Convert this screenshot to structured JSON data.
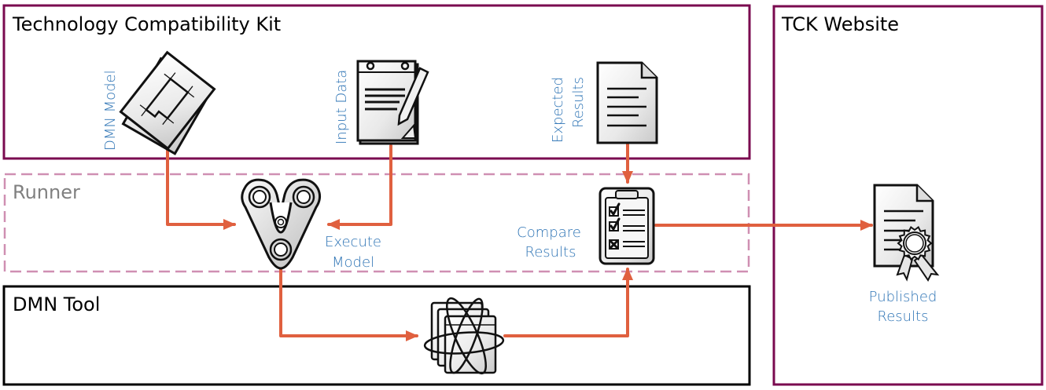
{
  "colors": {
    "container_border": "#7a0a4f",
    "runner_border": "#cf8fb2",
    "tool_border": "#000000",
    "arrow": "#e0603f",
    "label_text": "#2e74b5",
    "runner_title": "#808080"
  },
  "containers": {
    "tck": {
      "title": "Technology Compatibility Kit"
    },
    "runner": {
      "title": "Runner"
    },
    "dmn_tool": {
      "title": "DMN Tool"
    },
    "website": {
      "title": "TCK Website"
    }
  },
  "nodes": {
    "dmn_model": {
      "label": "DMN Model",
      "icon": "blueprint-stack-icon"
    },
    "input_data": {
      "label": "Input Data",
      "icon": "notepad-pencil-icon"
    },
    "expected_results": {
      "label_line1": "Expected",
      "label_line2": "Results",
      "icon": "document-icon"
    },
    "execute_model": {
      "label_line1": "Execute",
      "label_line2": "Model",
      "icon": "runner-v-icon"
    },
    "compare_results": {
      "label_line1": "Compare",
      "label_line2": "Results",
      "icon": "checklist-clipboard-icon"
    },
    "dmn_engine": {
      "icon": "engine-windows-orbit-icon"
    },
    "published_results": {
      "label_line1": "Published",
      "label_line2": "Results",
      "icon": "certificate-icon"
    }
  },
  "edges": [
    {
      "from": "dmn_model",
      "to": "execute_model"
    },
    {
      "from": "input_data",
      "to": "execute_model"
    },
    {
      "from": "execute_model",
      "to": "dmn_engine"
    },
    {
      "from": "dmn_engine",
      "to": "compare_results"
    },
    {
      "from": "expected_results",
      "to": "compare_results"
    },
    {
      "from": "compare_results",
      "to": "published_results"
    }
  ]
}
